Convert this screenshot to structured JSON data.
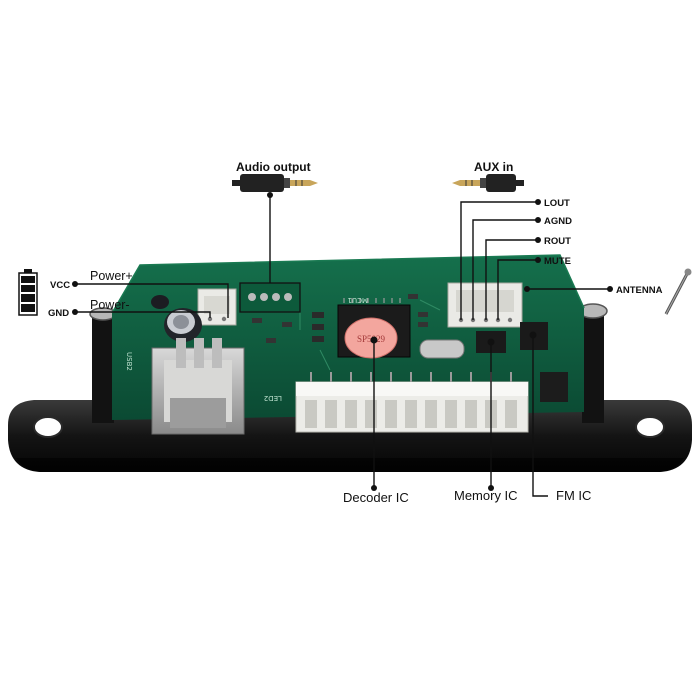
{
  "labels": {
    "audio_output": "Audio output",
    "aux_in": "AUX in",
    "lout": "LOUT",
    "agnd": "AGND",
    "rout": "ROUT",
    "mute": "MUTE",
    "antenna": "ANTENNA",
    "vcc": "VCC",
    "gnd": "GND",
    "power_plus": "Power+",
    "power_minus": "Power-",
    "decoder_ic": "Decoder IC",
    "memory_ic": "Memory IC",
    "fm_ic": "FM IC"
  },
  "pcb_markings": {
    "usb": "USB2",
    "mcu": "MCU1",
    "led": "LED2",
    "chip_text": "SP5029"
  },
  "colors": {
    "pcb": "#0e5a3e",
    "bezel": "#141414",
    "connector": "#e8e8e4",
    "label": "#111111"
  }
}
